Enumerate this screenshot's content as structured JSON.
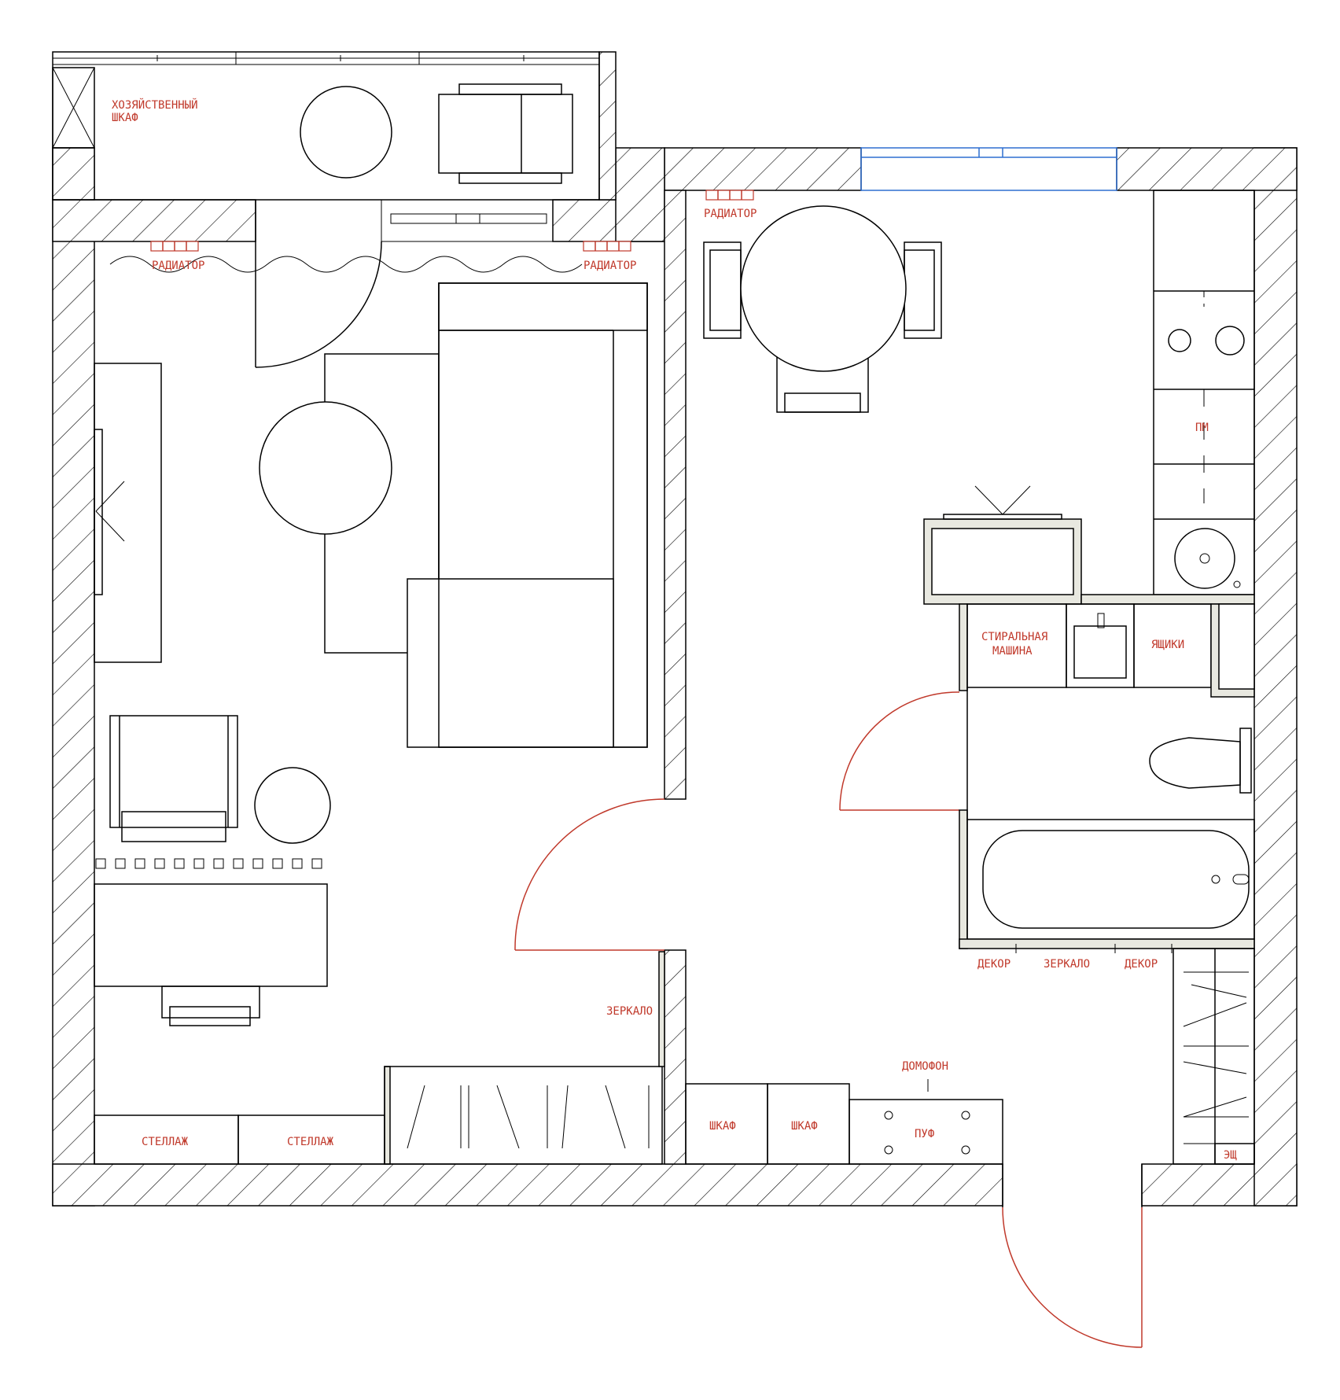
{
  "labels": {
    "utility_closet_1": "ХОЗЯЙСТВЕННЫЙ",
    "utility_closet_2": "ШКАФ",
    "radiator_living_left": "РАДИАТОР",
    "radiator_living_right": "РАДИАТОР",
    "radiator_kitchen": "РАДИАТОР",
    "dishwasher": "ПМ",
    "washing_machine_1": "СТИРАЛЬНАЯ",
    "washing_machine_2": "МАШИНА",
    "drawers": "ЯЩИКИ",
    "decor_left": "ДЕКОР",
    "mirror_bath": "ЗЕРКАЛО",
    "decor_right": "ДЕКОР",
    "mirror_hall": "ЗЕРКАЛО",
    "intercom": "ДОМОФОН",
    "cabinet_1": "ШКАФ",
    "cabinet_2": "ШКАФ",
    "pouf": "ПУФ",
    "shelf_1": "СТЕЛЛАЖ",
    "shelf_2": "СТЕЛЛАЖ",
    "electric_panel": "ЭЩ"
  },
  "colors": {
    "annotation": "#c0392b",
    "window_blue": "#2e6fd1",
    "line": "#000000"
  }
}
